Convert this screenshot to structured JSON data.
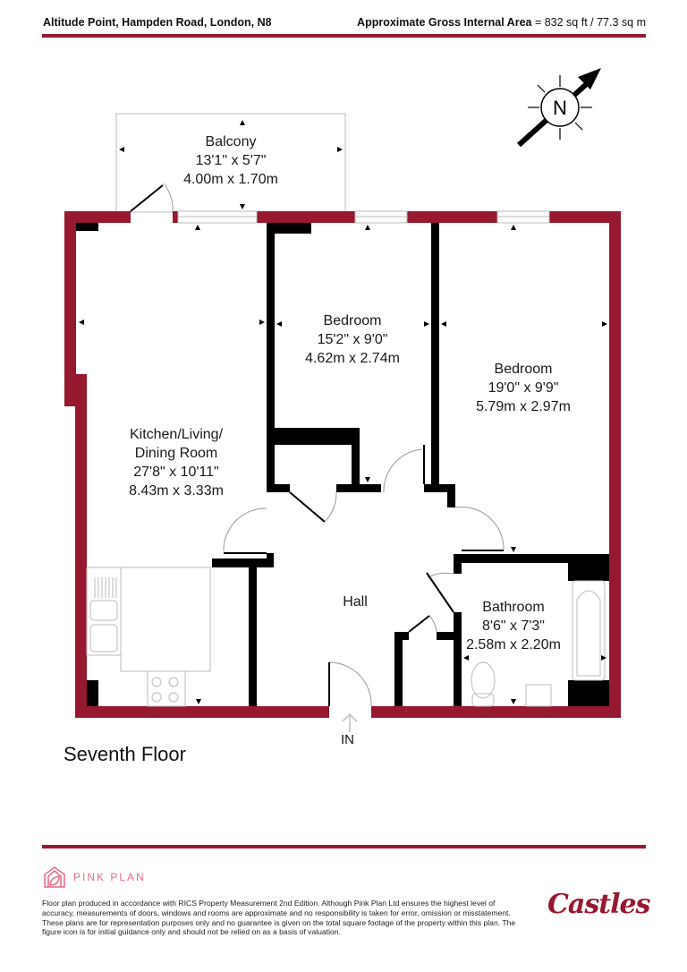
{
  "header": {
    "address": "Altitude Point, Hampden Road, London, N8",
    "area_label": "Approximate Gross Internal Area",
    "area_value": " = 832 sq ft / 77.3 sq m"
  },
  "compass": {
    "label": "N",
    "icon": "north-arrow-icon"
  },
  "rooms": {
    "balcony": {
      "name": "Balcony",
      "imperial": "13'1\" x 5'7\"",
      "metric": "4.00m x 1.70m"
    },
    "bedroom1": {
      "name": "Bedroom",
      "imperial": "15'2\" x 9'0\"",
      "metric": "4.62m x 2.74m"
    },
    "bedroom2": {
      "name": "Bedroom",
      "imperial": "19'0\" x 9'9\"",
      "metric": "5.79m x 2.97m"
    },
    "kitchen": {
      "name1": "Kitchen/Living/",
      "name2": "Dining Room",
      "imperial": "27'8\" x 10'11\"",
      "metric": "8.43m x 3.33m"
    },
    "hall": {
      "name": "Hall"
    },
    "bathroom": {
      "name": "Bathroom",
      "imperial": "8'6\" x 7'3\"",
      "metric": "2.58m x 2.20m"
    }
  },
  "entrance": {
    "label": "IN"
  },
  "floor_label": "Seventh Floor",
  "footer": {
    "brand": "PINK PLAN",
    "disclaimer": "Floor plan produced in accordance with RICS Property Measurement 2nd Edition. Although Pink Plan Ltd ensures the highest level of accuracy, measurements of doors, windows and rooms are approximate and no responsibility is taken for error, omission or misstatement. These plans are for representation purposes only and no guarantee is given on the total square footage of the property within this plan. The figure icon is for initial guidance only and should not be relied on as a basis of valuation.",
    "agent_logo": "Castles"
  },
  "colors": {
    "wall_external": "#96192f",
    "wall_internal": "#000000",
    "brand_pink": "#e86a86"
  }
}
